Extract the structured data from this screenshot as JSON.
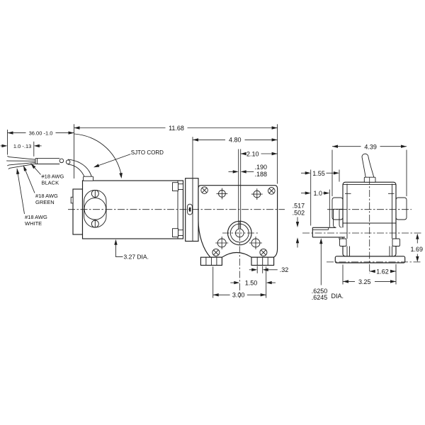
{
  "drawing": {
    "side_view": {
      "dims": {
        "overall_length": "11.68",
        "gear_section": "4.80",
        "shaft_offset": "2.10",
        "key_upper": ".190",
        "key_lower": ".188",
        "cord_length": "36.00 -1.0",
        "lead_strip": "1.0 -.13",
        "motor_dia": "3.27 DIA.",
        "hole_to_center": "1.50",
        "hole_spacing": "3.00",
        "foot_slot": ".32"
      },
      "labels": {
        "cord": "SJTO CORD",
        "wires": [
          {
            "gauge": "#18 AWG",
            "color": "BLACK"
          },
          {
            "gauge": "#18 AWG",
            "color": "GREEN"
          },
          {
            "gauge": "#18 AWG",
            "color": "WHITE"
          }
        ]
      }
    },
    "end_view": {
      "dims": {
        "overall_width": "4.39",
        "shaft_length": "1.55",
        "flat_length": "1.0",
        "flat_upper": ".517",
        "flat_lower": ".502",
        "shaft_dia_upper": ".6250",
        "shaft_dia_lower": ".6245",
        "dia_label": "DIA.",
        "center_height": "1.69",
        "base_half": "1.62",
        "base_width": "3.25"
      }
    }
  }
}
